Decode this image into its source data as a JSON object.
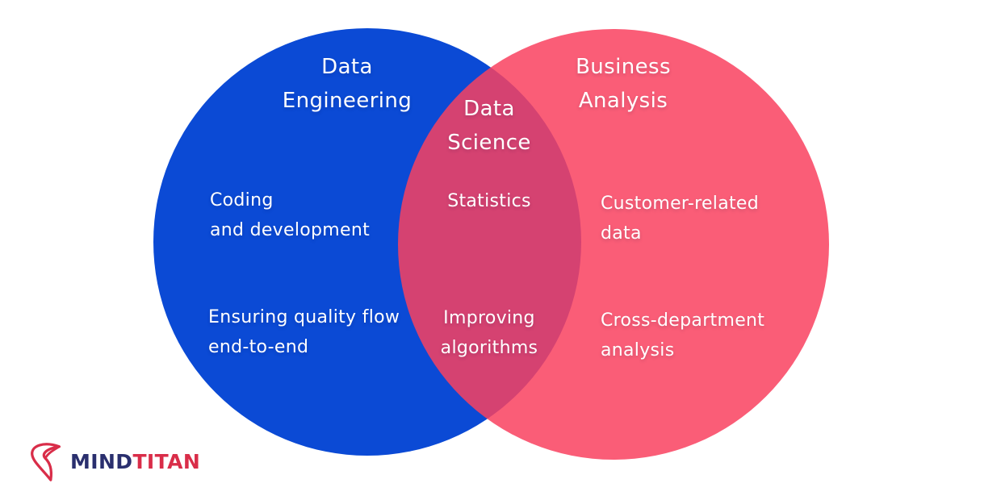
{
  "venn": {
    "left": {
      "name": "Data Engineering",
      "title": [
        "Data",
        "Engineering"
      ],
      "items": [
        [
          "Coding",
          "and development"
        ],
        [
          "Ensuring quality flow",
          "end-to-end"
        ]
      ],
      "color": "#0b4ad5"
    },
    "middle": {
      "name": "Data Science",
      "title": [
        "Data",
        "Science"
      ],
      "items": [
        [
          "Statistics",
          ""
        ],
        [
          "Improving",
          "algorithms"
        ]
      ],
      "color": "#d54271"
    },
    "right": {
      "name": "Business Analysis",
      "title": [
        "Business",
        "Analysis"
      ],
      "items": [
        [
          "Customer-related",
          "data"
        ],
        [
          "Cross-department",
          "analysis"
        ]
      ],
      "color": "#f95d77"
    },
    "text_color": "#ffffff"
  },
  "logo": {
    "brand_primary": "MIND",
    "brand_secondary": "TITAN",
    "primary_color": "#2a2f6e",
    "secondary_color": "#d92d49",
    "icon": "swoosh-icon"
  }
}
